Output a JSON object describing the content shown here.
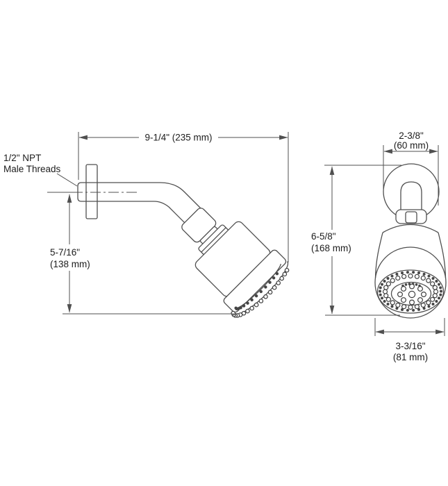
{
  "colors": {
    "line": "#4f4f4f",
    "text": "#1c1c1c",
    "background": "#ffffff"
  },
  "side_view": {
    "length_dim": "9-1/4\" (235 mm)",
    "height_dim_in": "5-7/16\"",
    "height_dim_mm": "(138 mm)",
    "thread_note_line1": "1/2\" NPT",
    "thread_note_line2": "Male Threads"
  },
  "front_view": {
    "width_dim_in": "2-3/8\"",
    "width_dim_mm": "(60 mm)",
    "height_dim_in": "6-5/8\"",
    "height_dim_mm": "(168 mm)",
    "face_dim_in": "3-3/16\"",
    "face_dim_mm": "(81 mm)"
  }
}
